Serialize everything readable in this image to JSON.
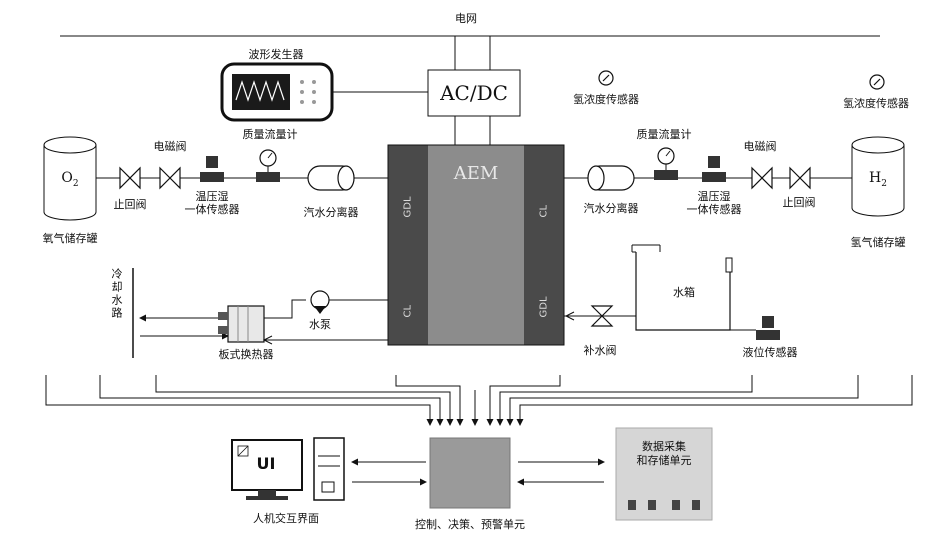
{
  "grid_label": "电网",
  "waveform_generator": "波形发生器",
  "acdc": "AC/DC",
  "aem": "AEM",
  "hydrogen_concentration_sensor_left": "氢浓度传感器",
  "hydrogen_concentration_sensor_right": "氢浓度传感器",
  "o2_tank": {
    "symbol": "O",
    "subscript": "2",
    "label": "氧气储存罐"
  },
  "h2_tank": {
    "symbol": "H",
    "subscript": "2",
    "label": "氢气储存罐"
  },
  "left_line": {
    "check_valve": "止回阀",
    "solenoid_valve": "电磁阀",
    "temp_humidity_sensor": "温压湿\n一体传感器",
    "mass_flow_meter": "质量流量计",
    "separator": "汽水分离器"
  },
  "right_line": {
    "separator": "汽水分离器",
    "mass_flow_meter": "质量流量计",
    "temp_humidity_sensor": "温压湿\n一体传感器",
    "solenoid_valve": "电磁阀",
    "check_valve": "止回阀"
  },
  "stack_layers": [
    "GDL",
    "CL",
    "CL",
    "GDL"
  ],
  "cooling_loop": "冷却水路",
  "pump": "水泵",
  "heat_exchanger": "板式换热器",
  "water_tank": "水箱",
  "makeup_valve": "补水阀",
  "level_sensor": "液位传感器",
  "hmi": {
    "screen_text": "UI",
    "label": "人机交互界面"
  },
  "control_unit": "控制、决策、预警单元",
  "data_unit": "数据采集\n和存储单元",
  "colors": {
    "line": "#111111",
    "stack_dark": "#4a4a4a",
    "stack_mid": "#8c8c8c",
    "stack_light": "#c4c4c4",
    "box_gray": "#9a9a9a",
    "box_light": "#d6d6d6"
  }
}
